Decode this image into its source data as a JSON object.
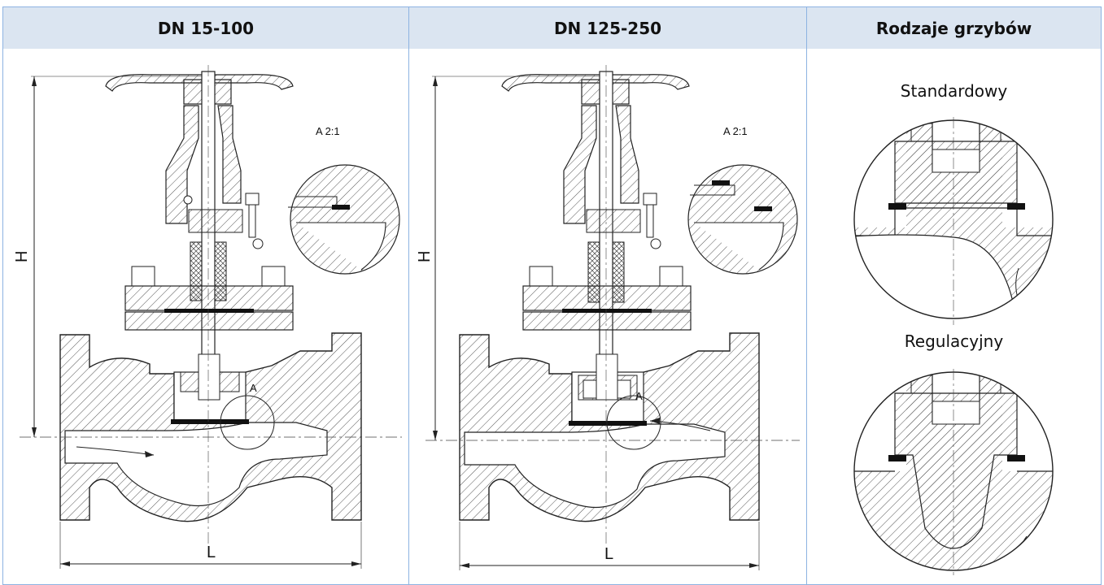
{
  "table": {
    "headers": [
      "DN 15-100",
      "DN 125-250",
      "Rodzaje grzybów"
    ]
  },
  "drawing1": {
    "height_label": "H",
    "length_label": "L",
    "detail_label": "A",
    "detail_title": "A 2:1"
  },
  "drawing2": {
    "height_label": "H",
    "length_label": "L",
    "detail_label": "A",
    "detail_title": "A 2:1"
  },
  "disc_types": {
    "standard": "Standardowy",
    "regulating": "Regulacyjny"
  },
  "colors": {
    "header_bg": "#dbe5f1",
    "border": "#8db3e2",
    "line": "#222222",
    "hatch": "#555555"
  }
}
